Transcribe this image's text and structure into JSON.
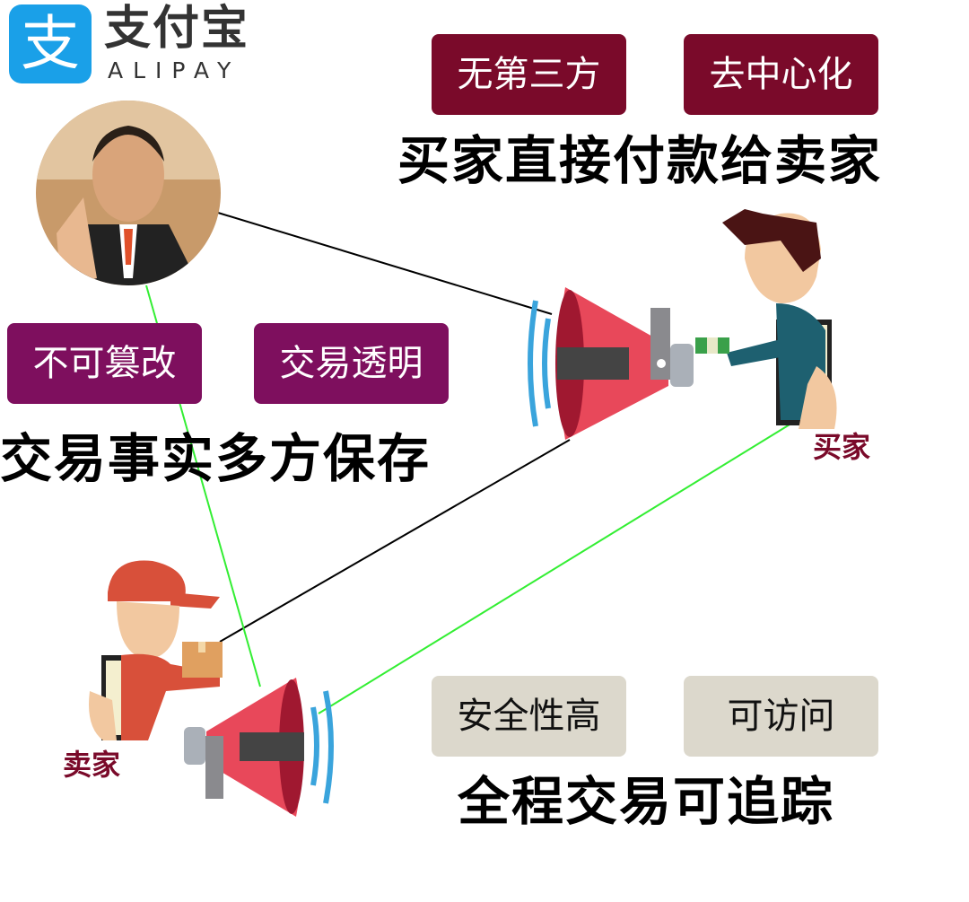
{
  "logo": {
    "cn": "支付宝",
    "en": "ALIPAY",
    "icon_glyph": "支",
    "brand_color": "#1aa0e8"
  },
  "top": {
    "tags": [
      "无第三方",
      "去中心化"
    ],
    "heading": "买家直接付款给卖家"
  },
  "middle": {
    "tags": [
      "不可篡改",
      "交易透明"
    ],
    "heading": "交易事实多方保存"
  },
  "bottom": {
    "tags": [
      "安全性高",
      "可访问"
    ],
    "heading": "全程交易可追踪"
  },
  "roles": {
    "buyer": "买家",
    "seller": "卖家"
  },
  "colors": {
    "tag_red": "#7a0a2a",
    "tag_purple": "#7e0f5e",
    "tag_grey": "#dcd8cc",
    "megaphone": "#e8485a",
    "link_black": "#000000",
    "link_green": "#33ee33"
  }
}
